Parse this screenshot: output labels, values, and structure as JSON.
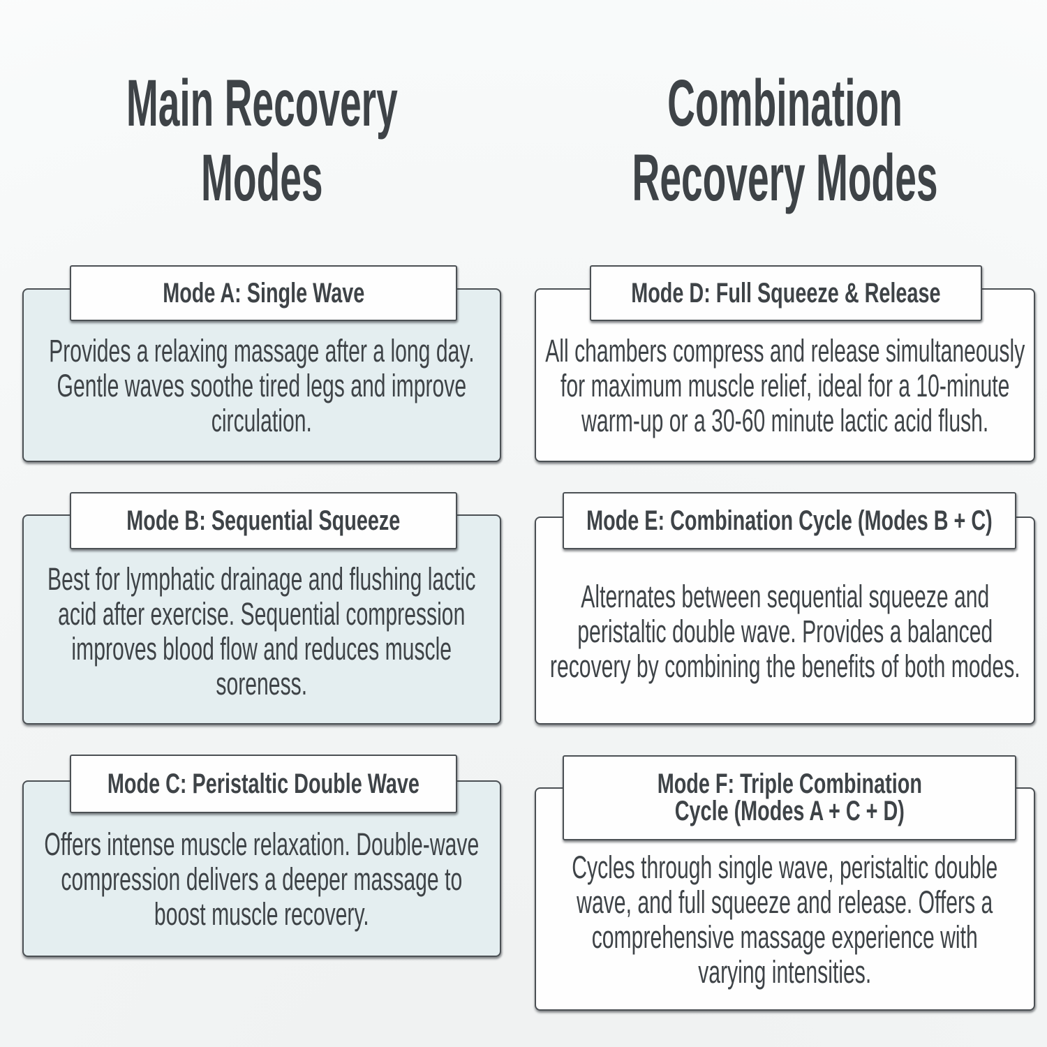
{
  "theme": {
    "text_color": "#3e4347",
    "border_color": "#4b5054",
    "card_blue": "#e4eef0",
    "card_white": "#fefefe"
  },
  "columns": [
    {
      "heading": "Main Recovery\nModes",
      "cards": [
        {
          "title": "Mode A: Single Wave",
          "body": "Provides a relaxing massage after a long day.\nGentle waves soothe tired legs and improve\ncirculation."
        },
        {
          "title": "Mode B: Sequential Squeeze",
          "body": "Best for lymphatic drainage and flushing lactic\nacid after exercise. Sequential compression\nimproves blood flow and reduces muscle\nsoreness."
        },
        {
          "title": "Mode C: Peristaltic Double Wave",
          "body": "Offers intense muscle relaxation. Double-wave\ncompression delivers a deeper massage to\nboost muscle recovery."
        }
      ]
    },
    {
      "heading": "Combination\nRecovery Modes",
      "cards": [
        {
          "title": "Mode D: Full Squeeze & Release",
          "body": "All chambers compress and release simultaneously\nfor maximum muscle relief, ideal for a 10-minute\nwarm-up or a 30-60 minute lactic acid flush."
        },
        {
          "title": "Mode E: Combination Cycle (Modes B + C)",
          "body": "Alternates between sequential squeeze and\nperistaltic double wave. Provides a balanced\nrecovery by combining the benefits of both modes."
        },
        {
          "title": "Mode F: Triple Combination\nCycle (Modes A + C + D)",
          "body": "Cycles through single wave, peristaltic double\nwave, and full squeeze and release. Offers a\ncomprehensive massage experience with\nvarying intensities."
        }
      ]
    }
  ]
}
